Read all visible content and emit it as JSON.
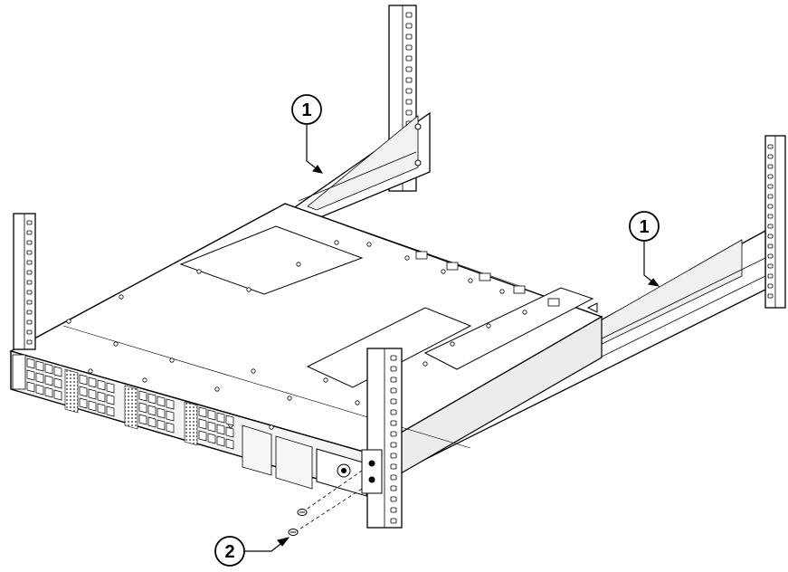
{
  "callouts": [
    {
      "id": "callout-1-rear-left",
      "label": "1"
    },
    {
      "id": "callout-1-rear-right",
      "label": "1"
    },
    {
      "id": "callout-2-screw",
      "label": "2"
    }
  ],
  "colors": {
    "line": "#000000",
    "fill": "#ffffff",
    "panel": "#e9e9e9",
    "port": "#9a9a9a",
    "shade": "#d9d9d9"
  }
}
